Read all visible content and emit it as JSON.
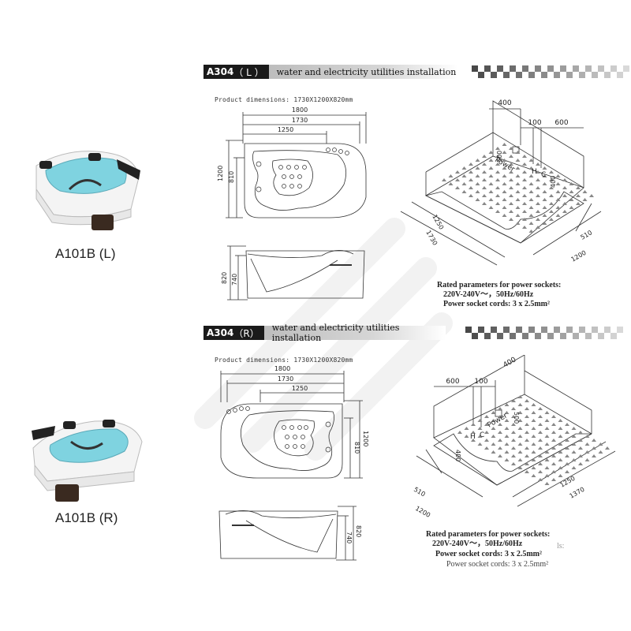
{
  "sections": [
    {
      "header_model": "A304",
      "header_variant": "（ L ）",
      "header_title": "water and electricity utilities installation",
      "product_dimensions": "Product dimensions: 1730X1200X820mm",
      "dims_top": [
        "1800",
        "1730",
        "1250"
      ],
      "dims_side": [
        "1200",
        "810"
      ],
      "dims_elev": [
        "820",
        "740"
      ],
      "room_dims": [
        "400",
        "100",
        "600",
        "500",
        "400",
        "1250",
        "1730",
        "510",
        "1200"
      ],
      "room_labels": [
        "Power",
        "H",
        "C"
      ],
      "rated_title": "Rated parameters for power sockets:",
      "rated_line1": "220V-240V～，50Hz/60Hz",
      "rated_line2": "Power socket cords: 3 x 2.5mm²",
      "model_label": "A101B (L)"
    },
    {
      "header_model": "A304",
      "header_variant": "（R）",
      "header_title": "water and electricity utilities installation",
      "product_dimensions": "Product dimensions: 1730X1200X820mm",
      "dims_top": [
        "1800",
        "1730",
        "1250"
      ],
      "dims_side": [
        "810",
        "1200"
      ],
      "dims_elev": [
        "820",
        "740"
      ],
      "room_dims": [
        "400",
        "600",
        "100",
        "500",
        "400",
        "1250",
        "1370",
        "510",
        "1200"
      ],
      "room_labels": [
        "Power",
        "H",
        "C"
      ],
      "rated_title": "Rated parameters for power sockets:",
      "rated_line1": "220V-240V～，50Hz/60Hz",
      "rated_line2": "Power socket cords: 3 x 2.5mm²",
      "rated_ghost": "Power socket cords: 3 x 2.5mm²",
      "rated_ghost_prefix": "ls:",
      "model_label": "A101B (R)"
    }
  ],
  "colors": {
    "header_black": "#1a1a1a",
    "line": "#333333",
    "water": "#7fd3e0"
  }
}
